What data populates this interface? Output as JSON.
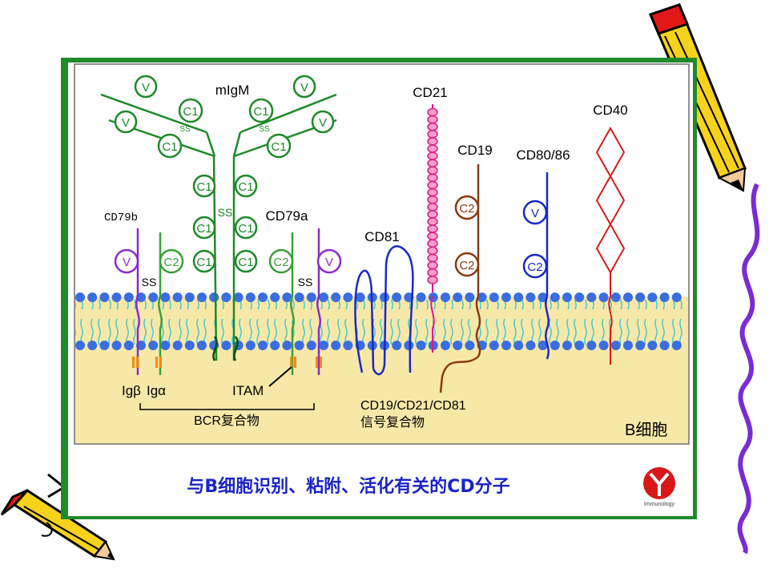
{
  "labels": {
    "migm": "mIgM",
    "cd79b": "CD79b",
    "cd79a": "CD79a",
    "cd81": "CD81",
    "cd21": "CD21",
    "cd19": "CD19",
    "cd80_86": "CD80/86",
    "cd40": "CD40",
    "igb": "Igβ",
    "iga": "Igα",
    "itam": "ITAM",
    "bcr_complex": "BCR复合物",
    "cd_complex_line1": "CD19/CD21/CD81",
    "cd_complex_line2": "信号复合物",
    "b_cell": "B细胞"
  },
  "domains": {
    "v": "V",
    "c1": "C1",
    "c2": "C2",
    "ss": "SS",
    "ss_small": "SS"
  },
  "caption": "与B细胞识别、粘附、活化有关的CD分子",
  "logo_text": "Immunology",
  "colors": {
    "frame_green": "#1e8a2a",
    "igm_green": "#1f8a2a",
    "cd79b_purple": "#8a2bd0",
    "cd79a_green": "#3aa03a",
    "cd81_blue": "#1a28c8",
    "cd21_pink": "#e0188a",
    "cd19_brown": "#8b3a10",
    "cd80_blue": "#1a28c8",
    "cd40_red": "#e01818",
    "itam_orange": "#f08a10",
    "membrane_blue": "#3a6ee0",
    "cytoplasm": "#f8e8a8",
    "caption_blue": "#1a24c8",
    "logo_red": "#d81818"
  }
}
